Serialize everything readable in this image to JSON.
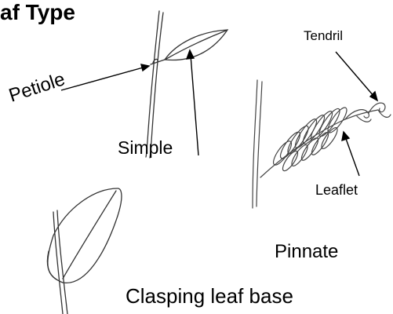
{
  "title": "af Type",
  "labels": {
    "petiole": "Petiole",
    "simple": "Simple",
    "tendril": "Tendril",
    "leaflet": "Leaflet",
    "pinnate": "Pinnate",
    "clasping": "Clasping leaf base"
  }
}
